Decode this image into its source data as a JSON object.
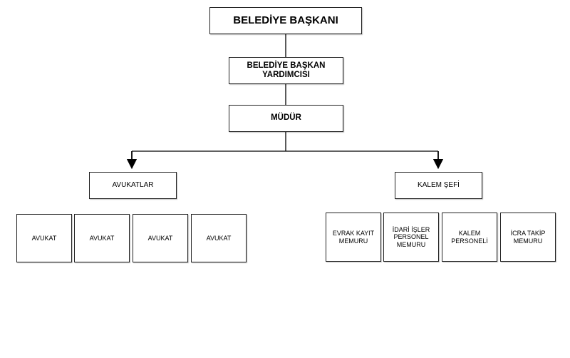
{
  "diagram": {
    "top": "BELEDİYE BAŞKANI",
    "deputy": "BELEDİYE BAŞKAN YARDIMCISI",
    "director": "MÜDÜR",
    "left_branch": {
      "title": "AVUKATLAR",
      "items": [
        "AVUKAT",
        "AVUKAT",
        "AVUKAT",
        "AVUKAT"
      ]
    },
    "right_branch": {
      "title": "KALEM ŞEFİ",
      "items": [
        "EVRAK KAYIT\nMEMURU",
        "İDARİ İŞLER\nPERSONEL\nMEMURU",
        "KALEM\nPERSONELİ",
        "İCRA TAKİP\nMEMURU"
      ]
    }
  }
}
